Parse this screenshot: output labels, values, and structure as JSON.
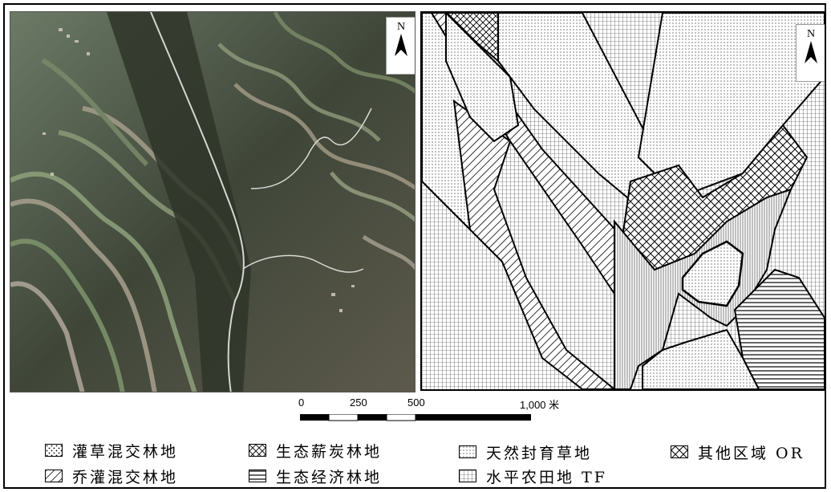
{
  "north_label": "N",
  "scale": {
    "ticks": [
      "0",
      "250",
      "500",
      "1,000 米"
    ]
  },
  "legend": [
    {
      "label": "灌草混交林地",
      "pattern": "dots",
      "icon": "shrub-grass-pattern-icon"
    },
    {
      "label": "生态薪炭林地",
      "pattern": "crosshatch",
      "icon": "fuelwood-pattern-icon"
    },
    {
      "label": "天然封育草地",
      "pattern": "fine-dots",
      "icon": "grassland-pattern-icon"
    },
    {
      "label": "其他区域 OR",
      "pattern": "diamond",
      "icon": "other-region-pattern-icon"
    },
    {
      "label": "乔灌混交林地",
      "pattern": "diagonal",
      "icon": "tree-shrub-pattern-icon"
    },
    {
      "label": "生态经济林地",
      "pattern": "horizontal",
      "icon": "economic-forest-pattern-icon"
    },
    {
      "label": "水平农田地 TF",
      "pattern": "grid",
      "icon": "terraced-field-pattern-icon"
    }
  ],
  "colors": {
    "ink": "#000000",
    "paper": "#ffffff"
  }
}
